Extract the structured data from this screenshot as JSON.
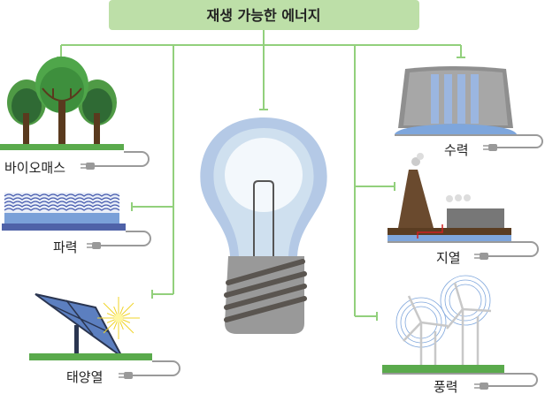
{
  "title": "재생 가능한 에너지",
  "sources": {
    "biomass": "바이오매스",
    "wave": "파력",
    "solar": "태양열",
    "hydro": "수력",
    "geothermal": "지열",
    "wind": "풍력"
  },
  "colors": {
    "title_bg": "#bddfa8",
    "connector": "#92d07c",
    "ground": "#5aaa4c",
    "cable": "#9a9a9a"
  }
}
